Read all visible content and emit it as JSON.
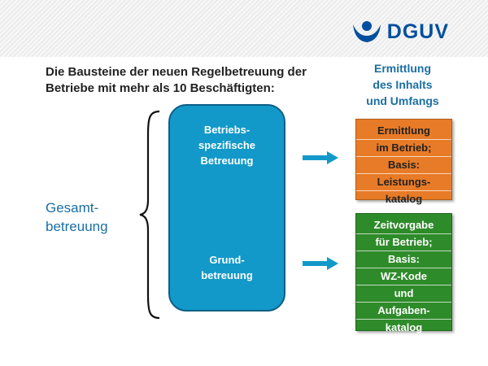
{
  "logo": {
    "text": "DGUV"
  },
  "heading": {
    "line1": "Die Bausteine der neuen Regelbetreuung der",
    "line2": "Betriebe mit mehr als 10 Beschäftigten:"
  },
  "right_title": [
    "Ermittlung",
    "des Inhalts",
    "und Umfangs"
  ],
  "left_label": [
    "Gesamt-",
    "betreuung"
  ],
  "center_box": {
    "top": [
      "Betriebs-",
      "spezifische",
      "Betreuung"
    ],
    "bottom": [
      "Grund-",
      "betreuung"
    ]
  },
  "orange_box": [
    "Ermittlung",
    "im Betrieb;",
    "Basis:",
    "Leistungs-",
    "katalog"
  ],
  "green_box": [
    "Zeitvorgabe",
    "für Betrieb;",
    "Basis:",
    "WZ-Kode",
    "und",
    "Aufgaben-",
    "katalog"
  ],
  "colors": {
    "brand_blue": "#004f9e",
    "center_box": "#1299c9",
    "orange": "#e87b27",
    "green": "#2e8b2a",
    "title_blue": "#1b6fa3"
  },
  "icons": {
    "logo": "dguv-logo-icon",
    "arrow": "right-arrow-icon",
    "brace": "curly-brace-icon"
  }
}
